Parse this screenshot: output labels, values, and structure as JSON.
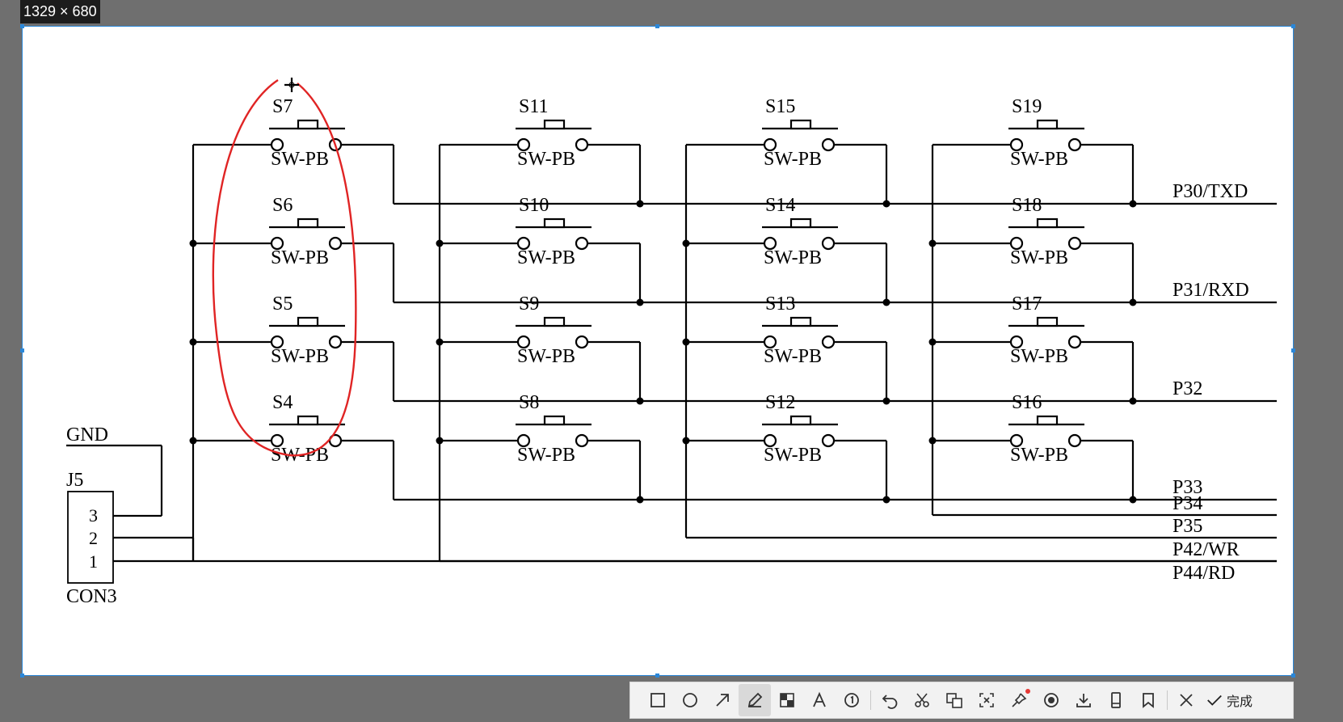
{
  "badge": {
    "size_text": "1329 × 680"
  },
  "schematic": {
    "switch_model": "SW-PB",
    "columns": [
      [
        "S7",
        "S6",
        "S5",
        "S4"
      ],
      [
        "S11",
        "S10",
        "S9",
        "S8"
      ],
      [
        "S15",
        "S14",
        "S13",
        "S12"
      ],
      [
        "S19",
        "S18",
        "S17",
        "S16"
      ]
    ],
    "row_nets": [
      "P30/TXD",
      "P31/RXD",
      "P32",
      "P33"
    ],
    "column_nets": [
      "P34",
      "P35",
      "P42/WR",
      "P44/RD"
    ],
    "connector": {
      "gnd_label": "GND",
      "ref": "J5",
      "part": "CON3",
      "pins": [
        "3",
        "2",
        "1"
      ]
    },
    "annotation_color": "#e02424"
  },
  "toolbar": {
    "tools": [
      {
        "icon": "rectangle-icon",
        "active": false
      },
      {
        "icon": "ellipse-icon",
        "active": false
      },
      {
        "icon": "arrow-icon",
        "active": false
      },
      {
        "icon": "pen-icon",
        "active": true
      },
      {
        "icon": "mosaic-icon",
        "active": false
      },
      {
        "icon": "text-icon",
        "active": false
      },
      {
        "icon": "number-icon",
        "active": false
      },
      {
        "icon": "undo-icon",
        "active": false
      },
      {
        "icon": "cut-icon",
        "active": false
      },
      {
        "icon": "translate-icon",
        "active": false
      },
      {
        "icon": "ocr-icon",
        "active": false
      },
      {
        "icon": "pin-icon",
        "active": false
      },
      {
        "icon": "record-icon",
        "active": false
      },
      {
        "icon": "download-icon",
        "active": false
      },
      {
        "icon": "long-screenshot-icon",
        "active": false
      },
      {
        "icon": "bookmark-icon",
        "active": false
      },
      {
        "icon": "close-icon",
        "active": false
      }
    ],
    "confirm_label": "完成"
  }
}
